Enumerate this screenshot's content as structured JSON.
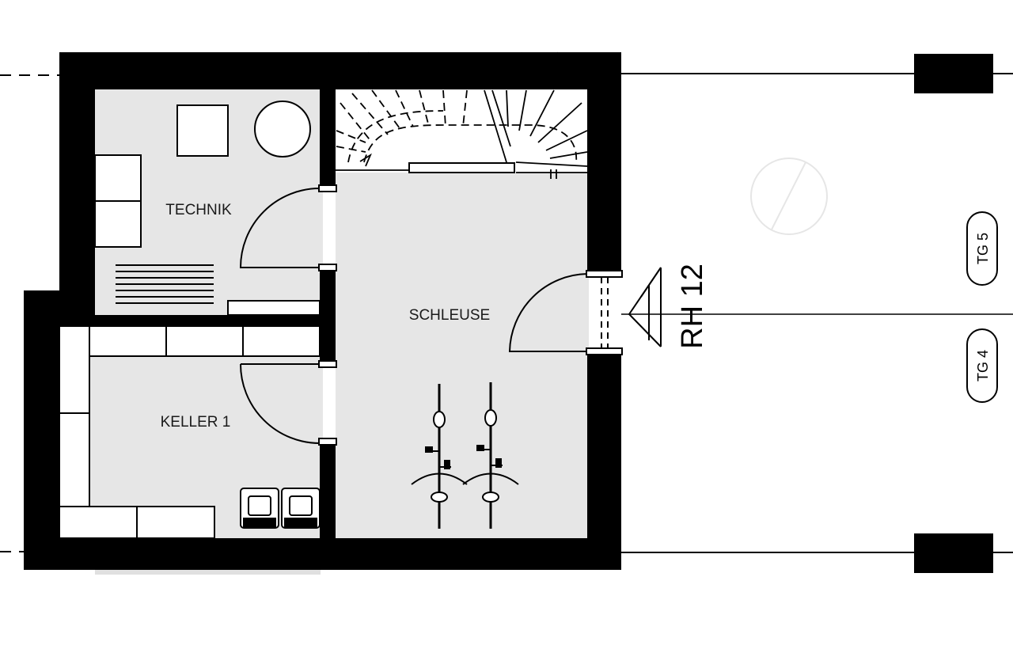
{
  "rooms": {
    "technik": "TECHNIK",
    "keller1": "KELLER 1",
    "schleuse": "SCHLEUSE"
  },
  "house_label": "RH 12",
  "garage_labels": {
    "upper": "TG 5",
    "lower": "TG 4"
  },
  "colors": {
    "wall": "#000000",
    "floor": "#e6e6e6",
    "line": "#000000",
    "background": "#ffffff"
  },
  "icons": [
    "north-arrow-icon",
    "section-marker-icon",
    "bicycle-icon",
    "boiler-icon",
    "washing-machine-icon",
    "dryer-icon"
  ]
}
